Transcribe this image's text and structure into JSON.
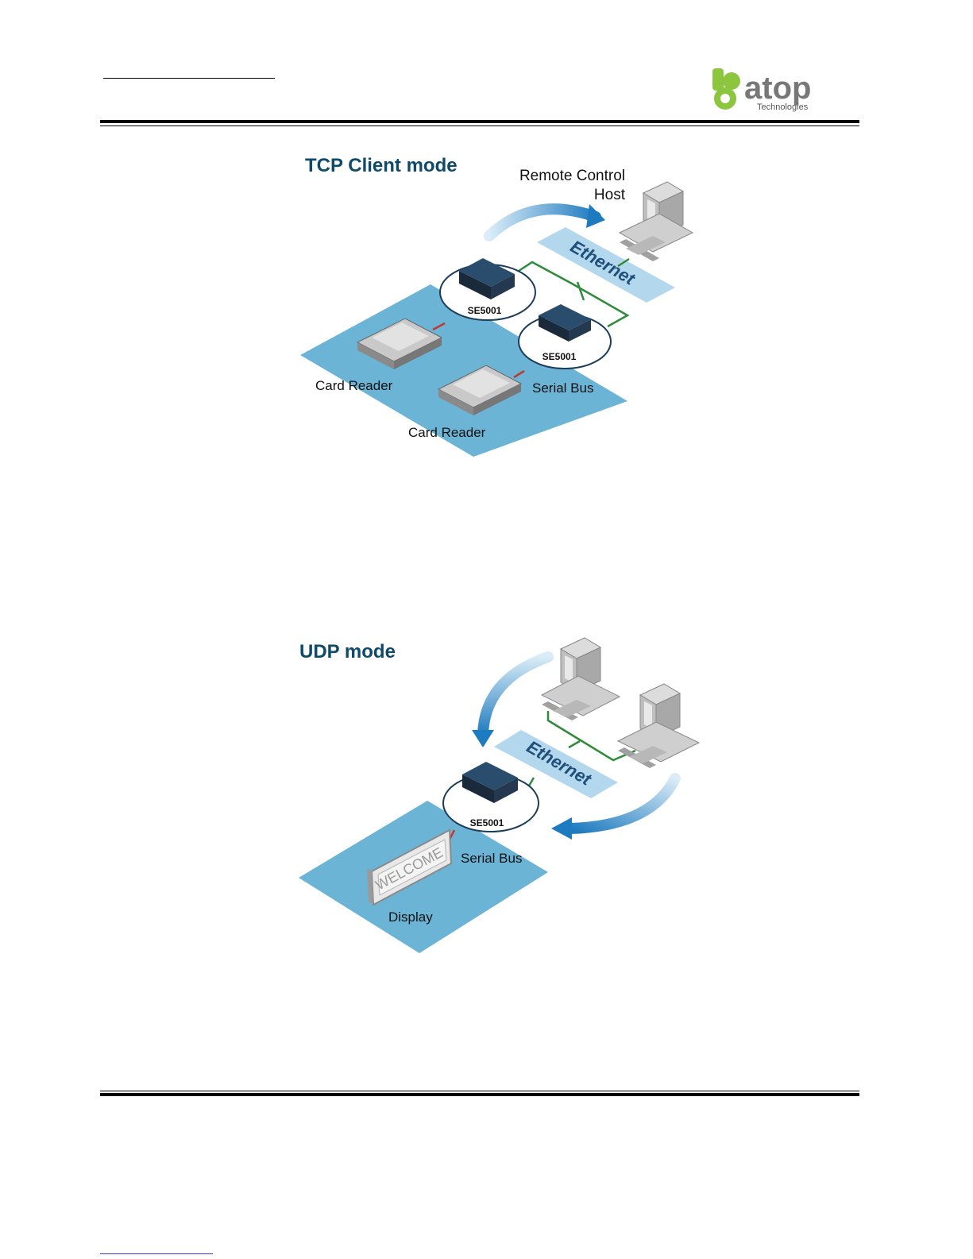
{
  "header": {
    "logo": {
      "name": "atop",
      "sub": "Technologies",
      "colors": {
        "green": "#8cc63f",
        "gray": "#777777"
      }
    }
  },
  "diagram_tcp": {
    "title": "TCP Client mode",
    "host_label_line1": "Remote Control",
    "host_label_line2": "Host",
    "ethernet_label": "Ethernet",
    "device1_label": "SE5001",
    "device2_label": "SE5001",
    "reader1_label": "Card Reader",
    "reader2_label": "Card Reader",
    "serial_bus_label": "Serial Bus"
  },
  "diagram_udp": {
    "title": "UDP mode",
    "ethernet_label": "Ethernet",
    "device_label": "SE5001",
    "serial_bus_label": "Serial Bus",
    "display_label": "Display",
    "display_text": "WELCOME"
  },
  "colors": {
    "floor": "#6bb4d6",
    "ethernet_band": "#b3d7ec",
    "arrow": "#2b86c5",
    "network_line": "#2e8b3a",
    "serial_line": "#c0392b",
    "title": "#0d4a6b"
  }
}
